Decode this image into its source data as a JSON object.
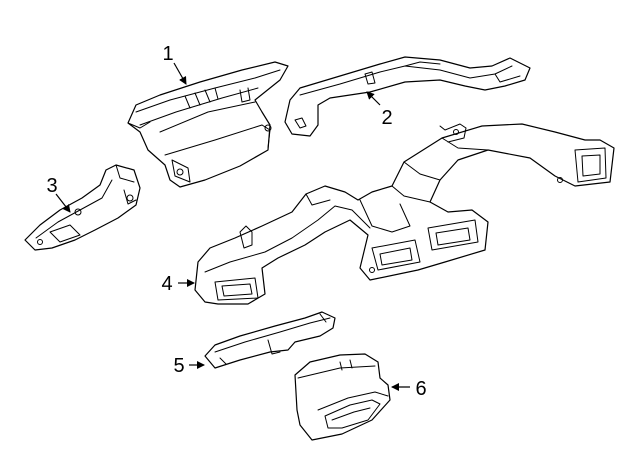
{
  "diagram": {
    "callouts": [
      {
        "id": "1",
        "label": "1"
      },
      {
        "id": "2",
        "label": "2"
      },
      {
        "id": "3",
        "label": "3"
      },
      {
        "id": "4",
        "label": "4"
      },
      {
        "id": "5",
        "label": "5"
      },
      {
        "id": "6",
        "label": "6"
      }
    ]
  },
  "colors": {
    "line": "#000000",
    "fill": "#ffffff",
    "background": "#ffffff"
  }
}
